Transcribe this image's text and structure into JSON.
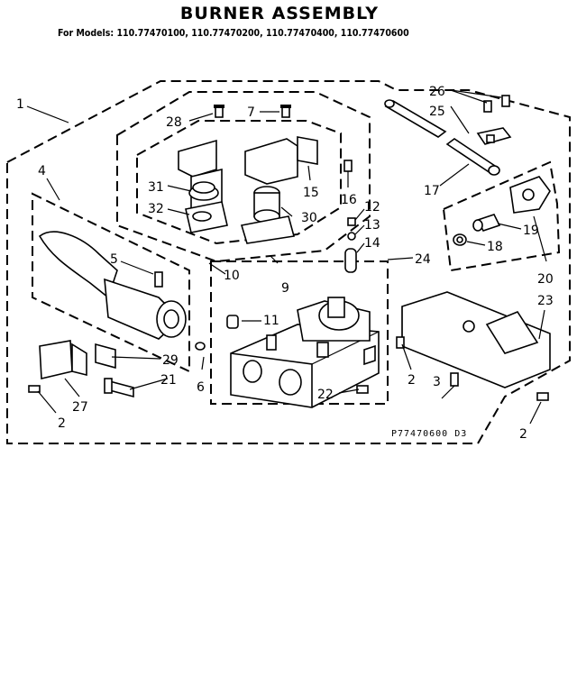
{
  "header": {
    "title": "BURNER ASSEMBLY",
    "models": "For Models:  110.77470100, 110.77470200, 110.77470400, 110.77470600"
  },
  "diagram_code": "P77470600 D3",
  "callouts": [
    {
      "id": "c1",
      "label": "1"
    },
    {
      "id": "c2a",
      "label": "2"
    },
    {
      "id": "c2b",
      "label": "2"
    },
    {
      "id": "c2c",
      "label": "2"
    },
    {
      "id": "c3",
      "label": "3"
    },
    {
      "id": "c4",
      "label": "4"
    },
    {
      "id": "c5",
      "label": "5"
    },
    {
      "id": "c6",
      "label": "6"
    },
    {
      "id": "c7",
      "label": "7"
    },
    {
      "id": "c9",
      "label": "9"
    },
    {
      "id": "c10",
      "label": "10"
    },
    {
      "id": "c11",
      "label": "11"
    },
    {
      "id": "c12",
      "label": "12"
    },
    {
      "id": "c13",
      "label": "13"
    },
    {
      "id": "c14",
      "label": "14"
    },
    {
      "id": "c15",
      "label": "15"
    },
    {
      "id": "c16",
      "label": "16"
    },
    {
      "id": "c17",
      "label": "17"
    },
    {
      "id": "c18",
      "label": "18"
    },
    {
      "id": "c19",
      "label": "19"
    },
    {
      "id": "c20",
      "label": "20"
    },
    {
      "id": "c21",
      "label": "21"
    },
    {
      "id": "c22",
      "label": "22"
    },
    {
      "id": "c23",
      "label": "23"
    },
    {
      "id": "c24",
      "label": "24"
    },
    {
      "id": "c25",
      "label": "25"
    },
    {
      "id": "c26",
      "label": "26"
    },
    {
      "id": "c27",
      "label": "27"
    },
    {
      "id": "c28",
      "label": "28"
    },
    {
      "id": "c29",
      "label": "29"
    },
    {
      "id": "c30",
      "label": "30"
    },
    {
      "id": "c31",
      "label": "31"
    },
    {
      "id": "c32",
      "label": "32"
    }
  ]
}
